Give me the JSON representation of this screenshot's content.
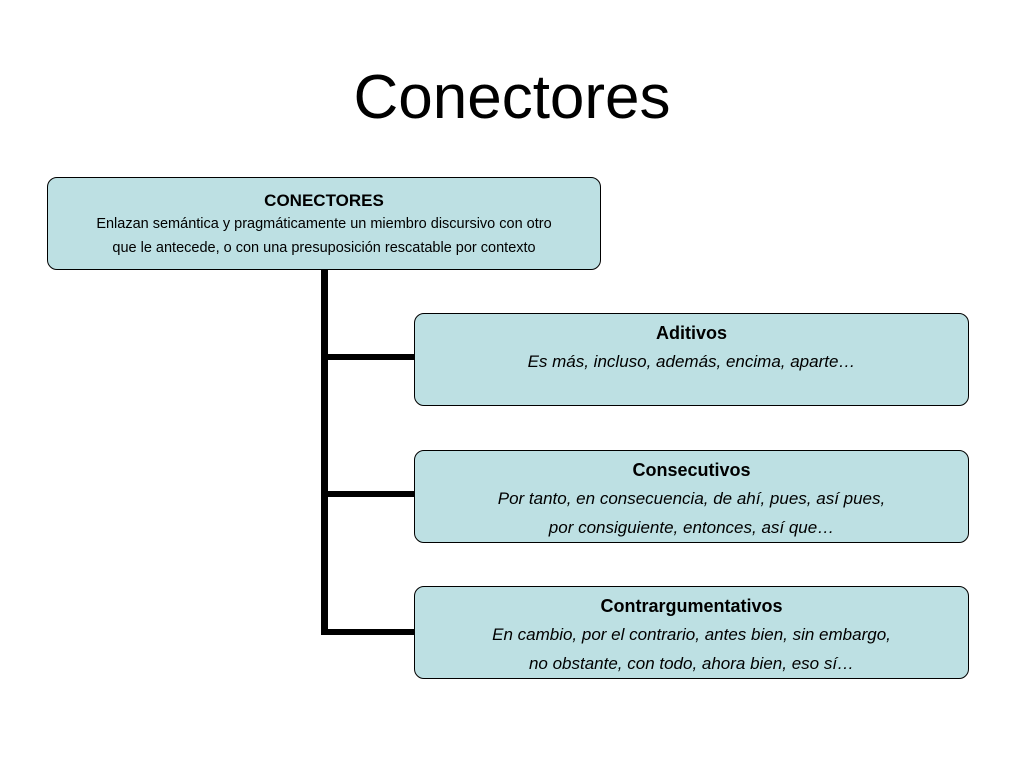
{
  "title": "Conectores",
  "diagram": {
    "root": {
      "heading": "CONECTORES",
      "description_lines": [
        "Enlazan semántica y pragmáticamente un miembro discursivo con otro",
        "que le antecede, o con una presuposición rescatable por contexto"
      ]
    },
    "children": [
      {
        "heading": "Aditivos",
        "lines": [
          "Es más, incluso, además, encima, aparte…"
        ]
      },
      {
        "heading": "Consecutivos",
        "lines": [
          "Por tanto, en consecuencia, de ahí, pues, así pues,",
          "por consiguiente, entonces, así que…"
        ]
      },
      {
        "heading": "Contrargumentativos",
        "lines": [
          "En cambio,  por el contrario, antes bien, sin embargo,",
          "no obstante, con todo, ahora bien, eso sí…"
        ]
      }
    ],
    "colors": {
      "box_fill": "#bde0e3",
      "box_border": "#000000",
      "connector": "#000000"
    }
  }
}
